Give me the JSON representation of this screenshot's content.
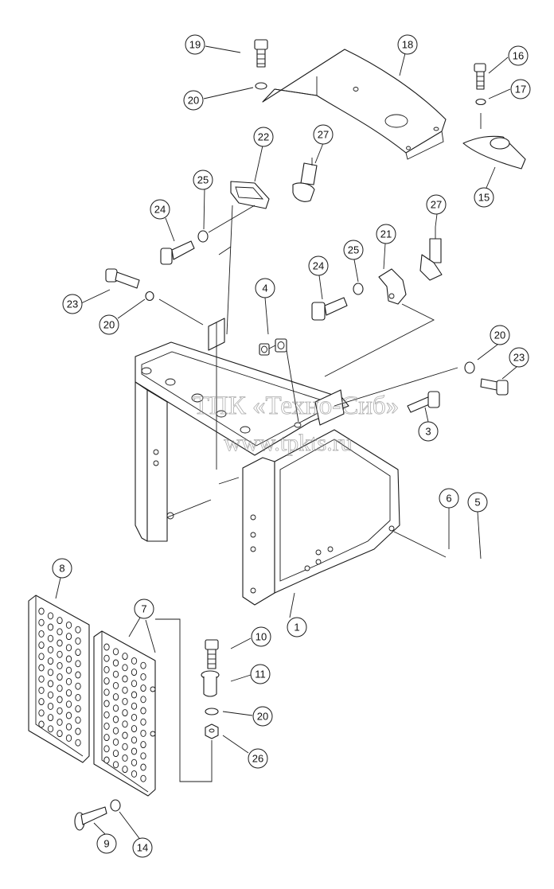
{
  "watermark": {
    "line1": "ТПК «Техно-Сиб»",
    "line2": "www.tpkts.ru"
  },
  "callouts": {
    "c1": "1",
    "c3": "3",
    "c4": "4",
    "c5": "5",
    "c6": "6",
    "c7": "7",
    "c8": "8",
    "c9": "9",
    "c10": "10",
    "c11": "11",
    "c14": "14",
    "c15": "15",
    "c16": "16",
    "c17": "17",
    "c18": "18",
    "c19": "19",
    "c20a": "20",
    "c20b": "20",
    "c20c": "20",
    "c20d": "20",
    "c21": "21",
    "c22": "22",
    "c23a": "23",
    "c23b": "23",
    "c24a": "24",
    "c24b": "24",
    "c25a": "25",
    "c25b": "25",
    "c26": "26",
    "c27a": "27",
    "c27b": "27"
  }
}
